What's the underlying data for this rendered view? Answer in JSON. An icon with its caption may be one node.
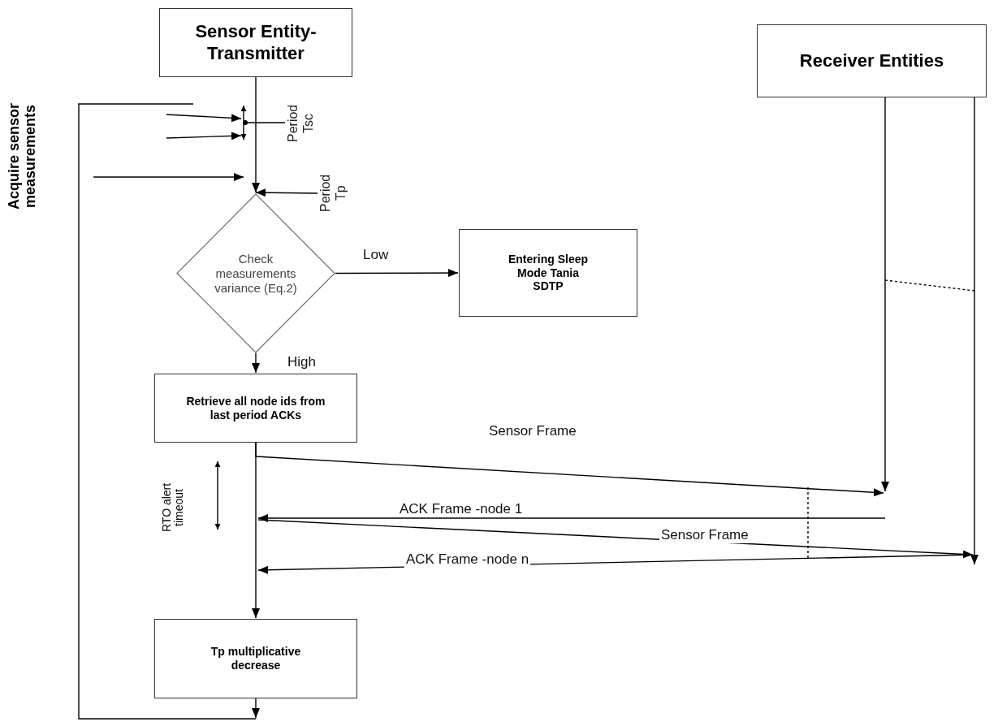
{
  "diagram": {
    "nodes": [
      {
        "text": [
          "Sensor Entity- Transmitter"
        ]
      },
      {
        "text": [
          "Receiver  Entities"
        ]
      },
      {
        "text": [
          "Period Tsc"
        ]
      },
      {
        "text": [
          "Period Tp"
        ]
      },
      {
        "text": [
          "Check measurements variance (Eq.2)"
        ]
      },
      {
        "text": [
          "Entering Sleep Mode Tania SDTP"
        ]
      },
      {
        "text": [
          "Retrieve all node ids from last period ACKs"
        ]
      },
      {
        "text": [
          "Tp multiplicative decrease"
        ]
      }
    ],
    "edges": [
      {
        "from": 0,
        "to": 4,
        "arrow": "to"
      },
      {
        "from": 2,
        "to": null,
        "arrow": "other"
      },
      {
        "from": 3,
        "to": 4,
        "arrow": "to"
      },
      {
        "from": 4,
        "to": 5,
        "arrow": "to",
        "label": "Low"
      },
      {
        "from": 4,
        "to": 6,
        "arrow": "to",
        "label": "High"
      },
      {
        "from": 6,
        "to": 7,
        "arrow": "to"
      },
      {
        "from": 7,
        "to": null,
        "arrow": "to"
      },
      {
        "from": 1,
        "to": null,
        "arrow": "to"
      },
      {
        "from": 1,
        "to": null,
        "arrow": "to"
      },
      {
        "from": 6,
        "to": null,
        "arrow": "to",
        "label": "Sensor Frame"
      }
    ],
    "labels": [
      "Acquire sensor measurements",
      "RTO alert timeout",
      "ACK Frame -node 1",
      "Sensor Frame",
      "ACK Frame -node n"
    ]
  }
}
